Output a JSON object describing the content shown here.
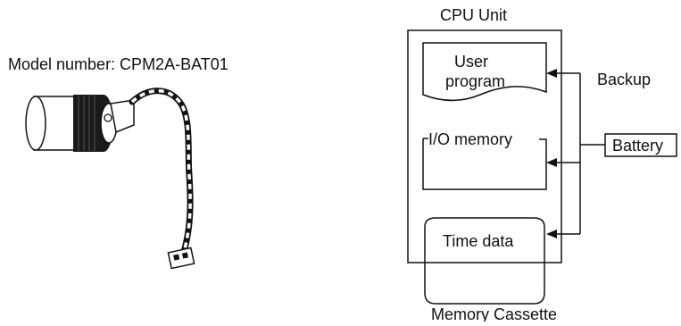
{
  "battery_illustration": {
    "model_label": "Model number: CPM2A-BAT01",
    "icon": "battery-with-lead-wire-icon"
  },
  "cpu_diagram": {
    "cpu_unit_label": "CPU Unit",
    "memory_areas": {
      "user_program_line1": "User",
      "user_program_line2": "program",
      "io_memory": "I/O memory",
      "time_data": "Time data"
    },
    "backup_label": "Backup",
    "battery_label": "Battery",
    "memory_cassette_label": "Memory Cassette"
  },
  "colors": {
    "line": "#111111",
    "background": "#ffffff"
  }
}
